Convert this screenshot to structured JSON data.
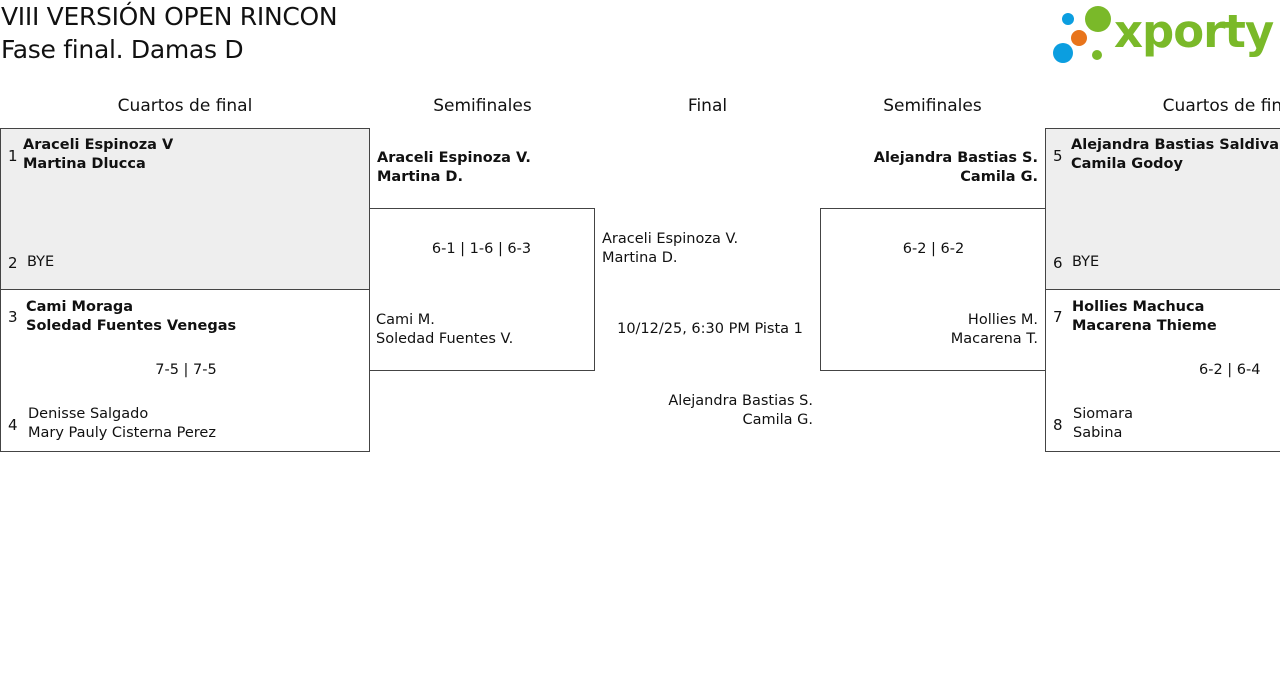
{
  "header": {
    "title": "VIII VERSIÓN OPEN RINCON",
    "subtitle": "Fase final. Damas D",
    "logo_text": "xporty"
  },
  "colors": {
    "logo_green": "#7ab929",
    "logo_blue": "#0b9ee0",
    "logo_orange": "#e8741b",
    "box_grey": "#eeeeee",
    "border": "#444444"
  },
  "rounds": {
    "qf_left": "Cuartos de final",
    "sf_left": "Semifinales",
    "final": "Final",
    "sf_right": "Semifinales",
    "qf_right": "Cuartos de final"
  },
  "qf_left": {
    "m1": {
      "seed_a": "1",
      "a1": "Araceli Espinoza V",
      "a2": "Martina Dlucca",
      "seed_b": "2",
      "b1": "BYE"
    },
    "m2": {
      "seed_a": "3",
      "a1": "Cami Moraga",
      "a2": "Soledad Fuentes Venegas",
      "score": "7-5 | 7-5",
      "seed_b": "4",
      "b1": "Denisse Salgado",
      "b2": "Mary Pauly Cisterna Perez"
    }
  },
  "sf_left": {
    "a1": "Araceli Espinoza V.",
    "a2": "Martina D.",
    "score": "6-1 | 1-6 | 6-3",
    "b1": "Cami M.",
    "b2": "Soledad Fuentes V."
  },
  "final": {
    "a1": "Araceli Espinoza V.",
    "a2": "Martina D.",
    "schedule": "10/12/25, 6:30 PM Pista 1",
    "b1": "Alejandra Bastias S.",
    "b2": "Camila G."
  },
  "sf_right": {
    "a1": "Alejandra Bastias S.",
    "a2": "Camila G.",
    "score": "6-2 | 6-2",
    "b1": "Hollies M.",
    "b2": "Macarena T."
  },
  "qf_right": {
    "m1": {
      "seed_a": "5",
      "a1": "Alejandra Bastias Saldivar",
      "a2": "Camila Godoy",
      "seed_b": "6",
      "b1": "BYE"
    },
    "m2": {
      "seed_a": "7",
      "a1": "Hollies Machuca",
      "a2": "Macarena Thieme",
      "score": "6-2 | 6-4",
      "seed_b": "8",
      "b1": "Siomara",
      "b2": "Sabina"
    }
  }
}
